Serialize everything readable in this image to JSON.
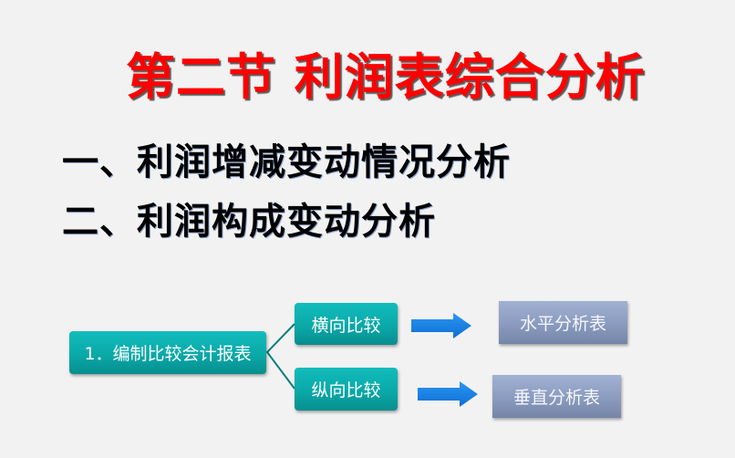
{
  "slide": {
    "title": "第二节 利润表综合分析",
    "subtitles": [
      "一、利润增减变动情况分析",
      "二、利润构成变动分析"
    ]
  },
  "diagram": {
    "root": {
      "label": "1．编制比较会计报表"
    },
    "branches": [
      {
        "label": "横向比较",
        "result": "水平分析表",
        "arrow_icon": "right-arrow-icon"
      },
      {
        "label": "纵向比较",
        "result": "垂直分析表",
        "arrow_icon": "right-arrow-icon"
      }
    ]
  },
  "colors": {
    "background": "#f2f2f2",
    "title": "#ff0000",
    "teal_box": "#0aa9a8",
    "slate_box": "#8a9bbf",
    "arrow": "#1a7fe0",
    "connector": "#0b7f7d"
  }
}
